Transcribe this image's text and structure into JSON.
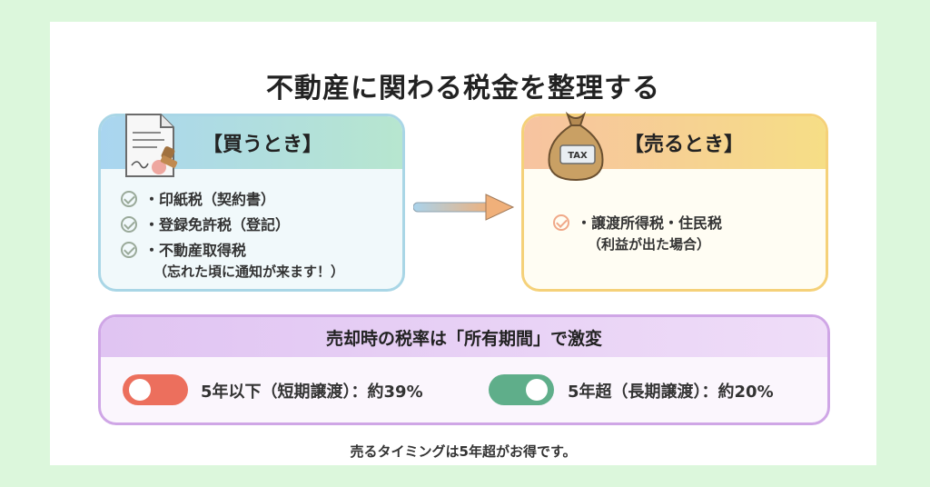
{
  "title": "不動産に関わる税金を整理する",
  "buy": {
    "heading": "【買うとき】",
    "items": [
      "・印紙税（契約書）",
      "・登録免許税（登記）",
      "・不動産取得税"
    ],
    "note": "（忘れた頃に通知が来ます！）"
  },
  "sell": {
    "heading": "【売るとき】",
    "items": [
      "・譲渡所得税・住民税"
    ],
    "note": "（利益が出た場合）",
    "tax_label": "TAX"
  },
  "rate": {
    "heading": "売却時の税率は「所有期間」で激変",
    "short": "5年以下（短期譲渡）：約39%",
    "long": "5年超（長期譲渡）：約20%"
  },
  "footer": "売るタイミングは5年超がお得です。",
  "colors": {
    "buy_border": "#a9d6e6",
    "sell_border": "#f5d179",
    "rate_border": "#cfa6e6",
    "short_toggle": "#ec6f5d",
    "long_toggle": "#5fae8a"
  }
}
